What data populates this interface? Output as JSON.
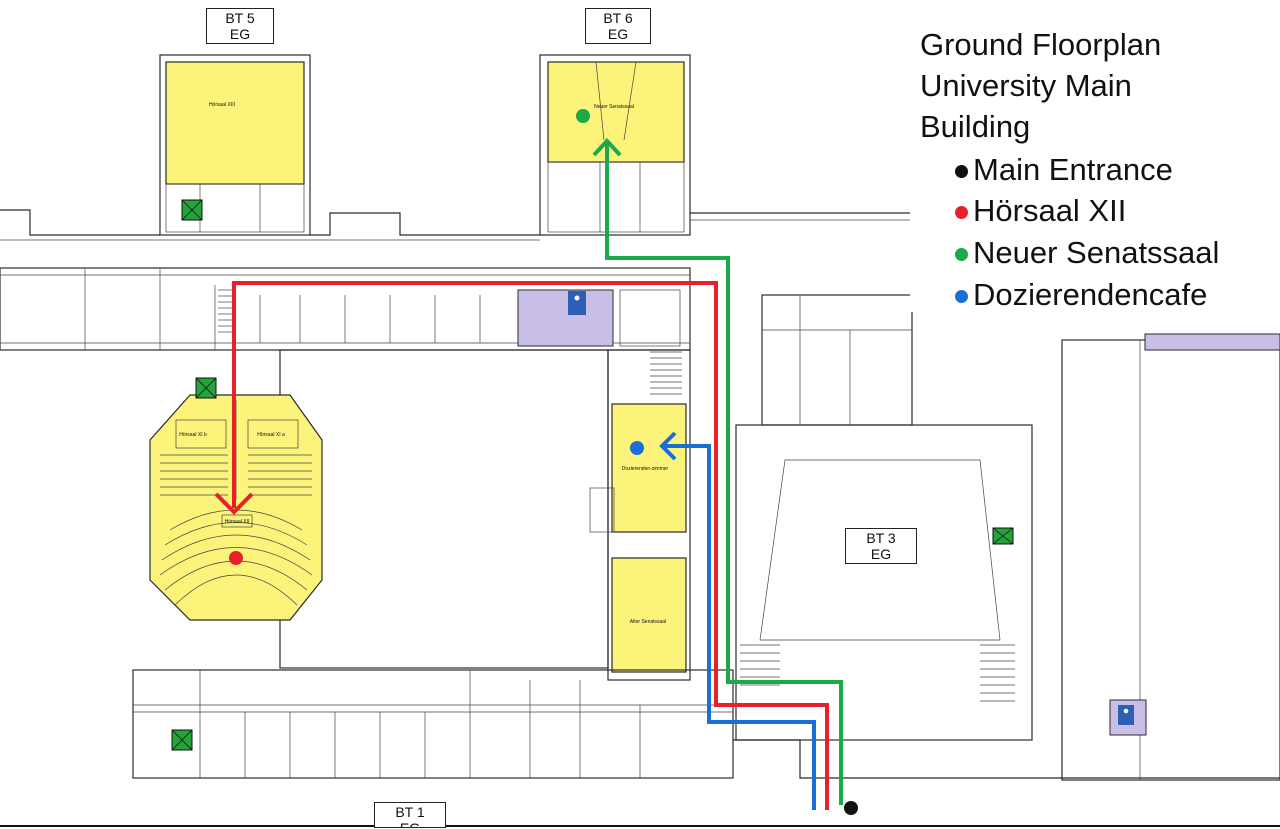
{
  "legend": {
    "title_lines": [
      "Ground Floorplan",
      "University Main",
      "Building"
    ],
    "items": [
      {
        "label": "Main Entrance",
        "color": "#111111"
      },
      {
        "label": "Hörsaal XII",
        "color": "#e8202a"
      },
      {
        "label": "Neuer Senatssaal",
        "color": "#1aaa4a"
      },
      {
        "label": "Dozierendencafe",
        "color": "#1a6fd6"
      }
    ]
  },
  "building_labels": {
    "bt5": {
      "line1": "BT 5",
      "line2": "EG"
    },
    "bt6": {
      "line1": "BT 6",
      "line2": "EG"
    },
    "bt3": {
      "line1": "BT 3",
      "line2": "EG"
    },
    "bt1": {
      "line1": "BT 1",
      "line2": "EG"
    }
  },
  "room_labels": {
    "hoersaal_xiii": "Hörsaal XIII",
    "neuer_senatssaal": "Neuer Senatssaal",
    "hoersaal_xi_b": "Hörsaal XI b",
    "hoersaal_xi_a": "Hörsaal XI a",
    "hoersaal_xii": "Hörsaal XII",
    "dozierendenzimmer": "Dozierenden-zimmer",
    "alter_senatssaal": "Alter Senatssaal"
  },
  "colors": {
    "room_fill": "#fbf37a",
    "restroom_fill": "#c9bfe6",
    "stair_green": "#24a33a",
    "accessible_blue": "#2d5fb5",
    "route_red": "#e8202a",
    "route_green": "#1aaa4a",
    "route_blue": "#1a6fd6"
  },
  "icons": [
    "accessible-toilet-icon",
    "elevator-icon"
  ]
}
